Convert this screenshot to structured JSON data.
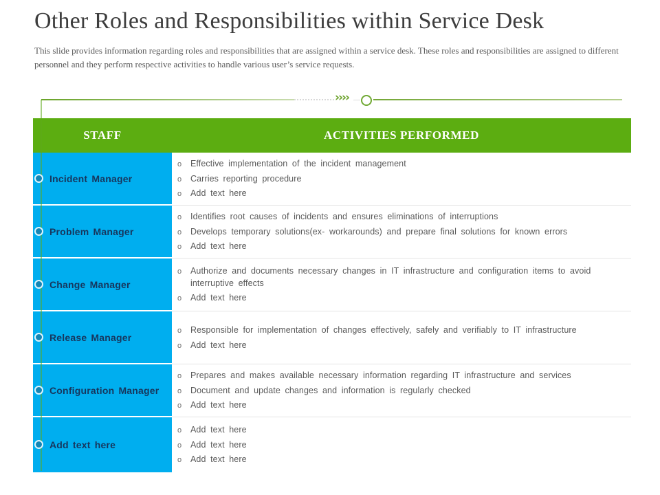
{
  "slide": {
    "title": "Other Roles and Responsibilities within Service Desk",
    "subtitle": "This slide provides information regarding roles and responsibilities that are assigned within a service desk. These roles and responsibilities are assigned to different personnel and they perform respective activities to handle various user’s service requests."
  },
  "decor": {
    "chevrons": "››››"
  },
  "colors": {
    "header_green": "#5cad11",
    "line_green": "#6da32e",
    "cell_blue": "#00aeef",
    "staff_text_navy": "#17365d",
    "body_gray": "#595959"
  },
  "table": {
    "bullet_char": "o",
    "headers": {
      "staff": "STAFF",
      "activities": "ACTIVITIES PERFORMED"
    },
    "rows": [
      {
        "staff": "Incident Manager",
        "activities": [
          "Effective implementation of the incident management",
          "Carries reporting procedure",
          "Add text here"
        ]
      },
      {
        "staff": "Problem Manager",
        "activities": [
          "Identifies root causes of incidents and ensures eliminations of interruptions",
          "Develops temporary solutions(ex- workarounds) and prepare final solutions for known errors",
          "Add text here"
        ]
      },
      {
        "staff": "Change Manager",
        "activities": [
          "Authorize and documents necessary changes in IT infrastructure and configuration items to avoid interruptive effects",
          "Add text here"
        ]
      },
      {
        "staff": "Release Manager",
        "activities": [
          "Responsible for implementation of changes effectively, safely and verifiably to IT infrastructure",
          "Add text here"
        ]
      },
      {
        "staff": "Configuration Manager",
        "activities": [
          "Prepares and makes available necessary information regarding IT infrastructure and services",
          "Document and update changes and information is regularly checked",
          "Add text here"
        ]
      },
      {
        "staff": "Add text here",
        "activities": [
          "Add text here",
          "Add text here",
          "Add text here"
        ]
      }
    ]
  }
}
